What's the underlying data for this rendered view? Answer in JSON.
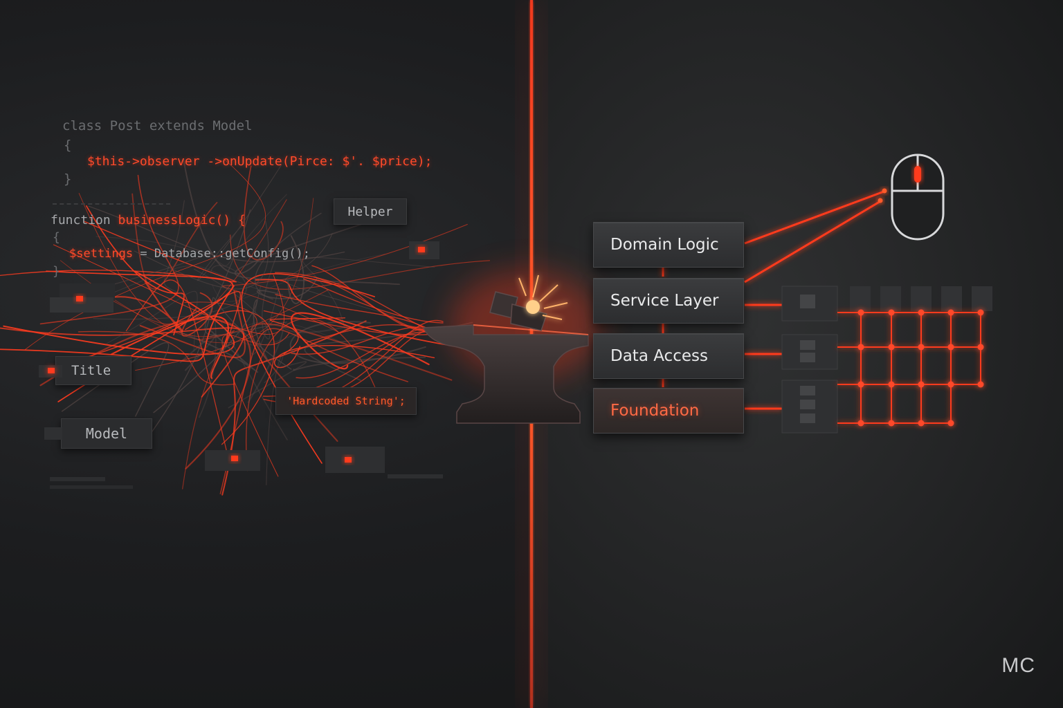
{
  "code": {
    "line1": "class Post extends Model",
    "line2": "{",
    "line3": "$this->observer ->onUpdate(Pirce: $'. $price);",
    "line4": "}",
    "line5_keyword": "function ",
    "line5_name": "businessLogic() {",
    "line6": "{",
    "line7_var": "$settings",
    "line7_rest": " = Database::getConfig();",
    "line8": "}"
  },
  "tags": {
    "helper": "Helper",
    "title": "Title",
    "model": "Model",
    "hardcoded": "'Hardcoded String';"
  },
  "layers": [
    {
      "label": "Domain Logic"
    },
    {
      "label": "Service Layer"
    },
    {
      "label": "Data Access"
    },
    {
      "label": "Foundation"
    }
  ],
  "watermark": "MC",
  "colors": {
    "accent": "#ff3b1f",
    "background": "#1b1c1e",
    "box": "#323335"
  },
  "icons": {
    "anvil": "anvil-hammer-icon",
    "mouse": "mouse-icon"
  }
}
